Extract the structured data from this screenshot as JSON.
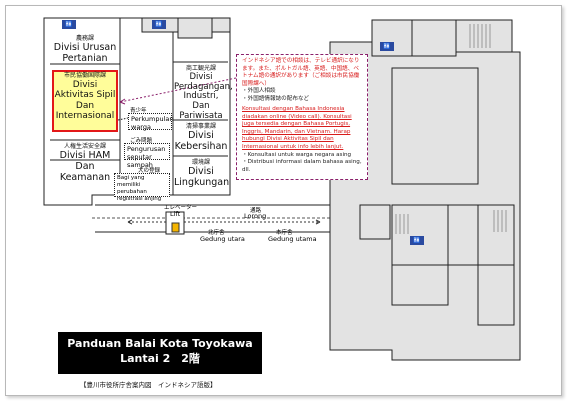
{
  "map": {
    "title_line1": "Panduan Balai Kota Toyokawa",
    "title_line2": "Lantai 2　2階",
    "footer": "【豊川市役所庁舎案内図　インドネシア語版】",
    "highlight_color": "#e31818",
    "info_border_color": "#8a1f6a",
    "rooms": {
      "agriculture": {
        "jp": "農務課",
        "name": "Divisi Urusan Pertanian"
      },
      "civil": {
        "jp": "市民協働国際課",
        "name": "Divisi Aktivitas Sipil Dan Internasional"
      },
      "commerce": {
        "jp": "商工観光課",
        "name": "Divisi Perdagangan, Industri, Dan Pariwisata"
      },
      "cleaning": {
        "jp": "清掃事業課",
        "name": "Divisi Kebersihan"
      },
      "environment": {
        "jp": "環境課",
        "name": "Divisi Lingkungan"
      },
      "human_rights": {
        "jp": "人権生活安全課",
        "name": "Divisi HAM Dan Keamanan"
      }
    },
    "callouts": {
      "gathering_jp": "青少年",
      "gathering": "Perkumpulan warga",
      "residence_jp": "ごみ問題",
      "residence": "Pengurusan seputar sampah",
      "registration_jp": "犬の登録",
      "registration": "Bagi yang memiliki perubahan registrasi anjing"
    },
    "elevator_jp": "エレベーター",
    "elevator": "Lift",
    "corridor_jp": "通路",
    "corridor": "Lorong",
    "north_jp": "北庁舎",
    "north": "Gedung utara",
    "main_jp": "本庁舎",
    "main": "Gedung utama",
    "info": {
      "jp_line": "インドネシア語での相談は、テレビ通訳になります。また、ポルトガル語、英語、中国語、ベトナム語の通訳があります（ご相談は市民協働国際課へ）",
      "jp_items": [
        "・外国人相談",
        "・外国語情報誌の配布など"
      ],
      "id_text": "Konsultasi dengan Bahasa Indonesia diadakan online (Video call). Konsultasi juga tersedia dengan Bahasa Portugis, Inggris, Mandarin, dan Vietnam. Harap hubungi Divisi Aktivitas Sipil dan Internasional untuk info lebih lanjut.",
      "id_items": [
        "・Konsultasi untuk warga negara asing",
        "・Distribusi informasi dalam bahasa asing, dll."
      ]
    }
  }
}
